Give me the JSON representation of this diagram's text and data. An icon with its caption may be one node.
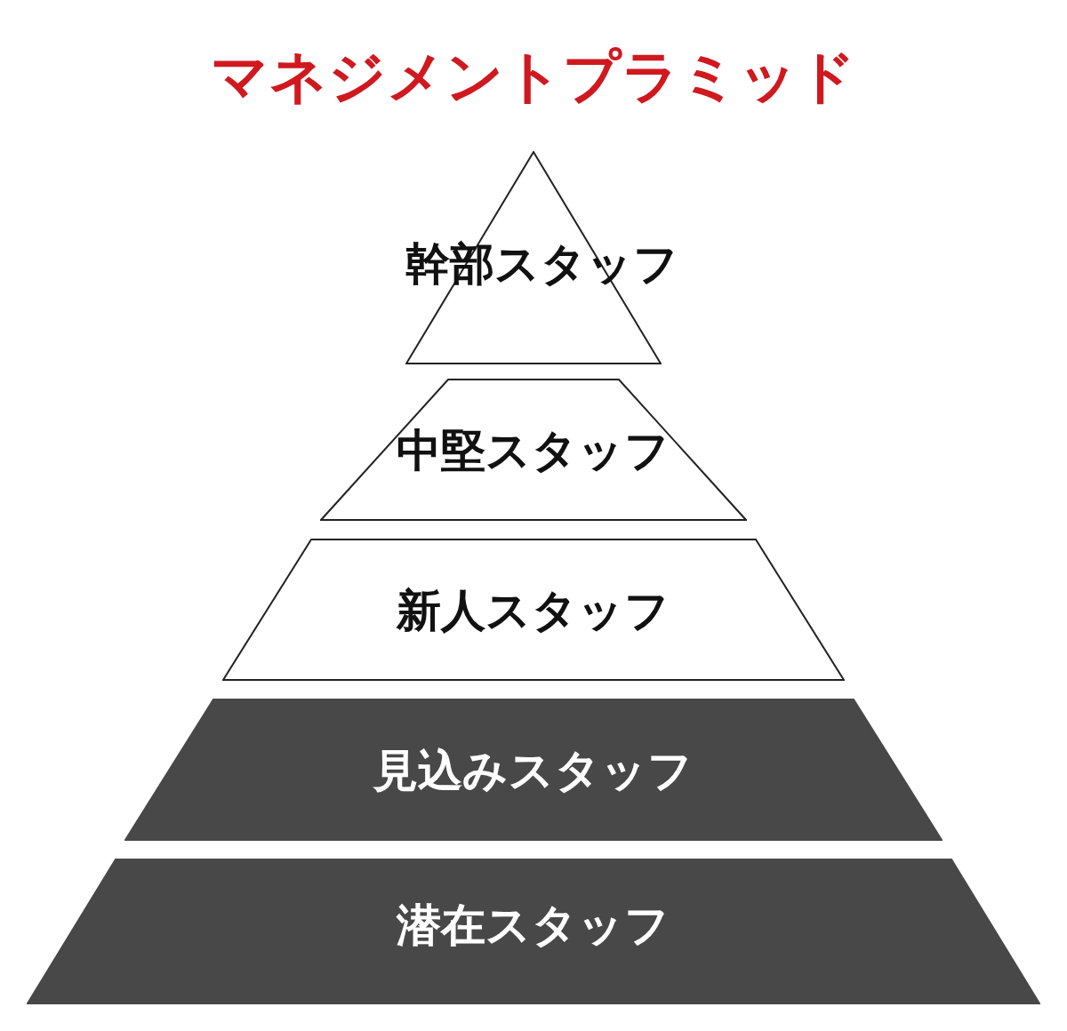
{
  "diagram": {
    "title": "マネジメントプラミッド",
    "nodes": [
      {
        "text": [
          "幹部スタッフ"
        ]
      },
      {
        "text": [
          "中堅スタッフ"
        ]
      },
      {
        "text": [
          "新人スタッフ"
        ]
      },
      {
        "text": [
          "見込みスタッフ"
        ]
      },
      {
        "text": [
          "潜在スタッフ"
        ]
      }
    ]
  }
}
